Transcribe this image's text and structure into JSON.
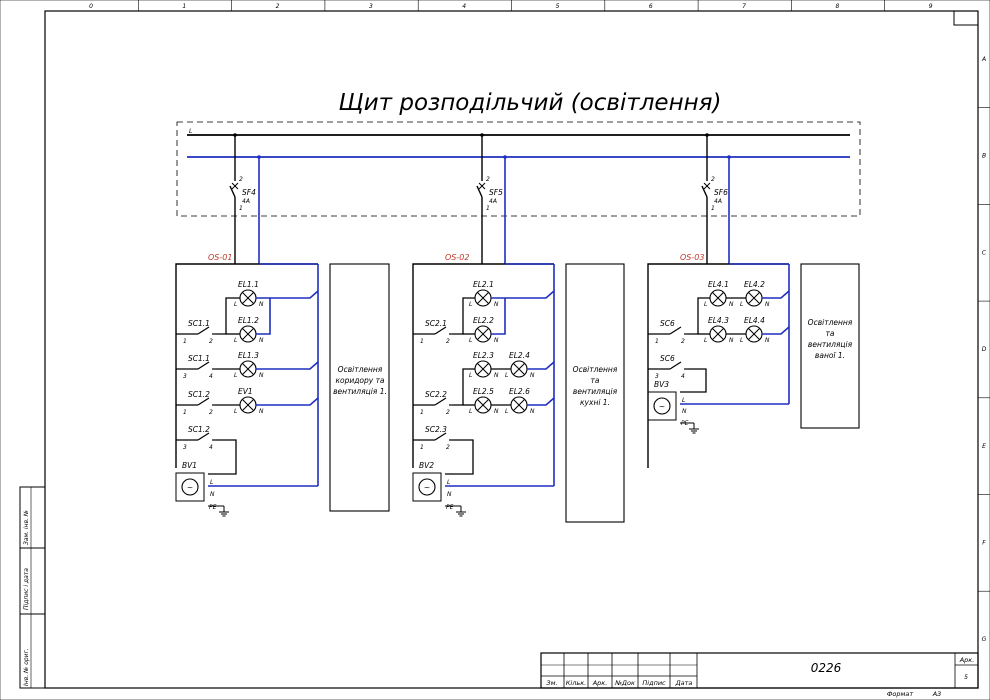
{
  "title": "Щит розподільчий (освітлення)",
  "top_scale": [
    "0",
    "1",
    "2",
    "3",
    "4",
    "5",
    "6",
    "7",
    "8",
    "9"
  ],
  "side_scale": [
    "A",
    "B",
    "C",
    "D",
    "E",
    "F",
    "G"
  ],
  "bus_label": "L",
  "breakers": [
    {
      "name": "SF4",
      "rating": "4A",
      "pin_top": "2",
      "pin_bottom": "1"
    },
    {
      "name": "SF5",
      "rating": "4A",
      "pin_top": "2",
      "pin_bottom": "1"
    },
    {
      "name": "SF6",
      "rating": "4A",
      "pin_top": "2",
      "pin_bottom": "1"
    }
  ],
  "groups": [
    {
      "tag": "OS-01",
      "box_text": "Освітлення коридору та вентиляція 1.",
      "fan": "BV1",
      "lamps": [
        "EL1.1",
        "EL1.2",
        "EL1.3",
        "EV1"
      ],
      "switches": [
        "SC1.1",
        "SC1.1",
        "SC1.2",
        "SC1.2"
      ],
      "switch_pins": [
        [
          "1",
          "2"
        ],
        [
          "3",
          "4"
        ],
        [
          "1",
          "2"
        ],
        [
          "3",
          "4"
        ]
      ]
    },
    {
      "tag": "OS-02",
      "box_text": "Освітлення та вентиляція кухні 1.",
      "fan": "BV2",
      "lamps": [
        "EL2.1",
        "EL2.2",
        "EL2.3",
        "EL2.4",
        "EL2.5",
        "EL2.6"
      ],
      "switches": [
        "SC2.1",
        "SC2.2",
        "SC2.3"
      ],
      "switch_pins": [
        [
          "1",
          "2"
        ],
        [
          "1",
          "2"
        ],
        [
          "1",
          "2"
        ]
      ]
    },
    {
      "tag": "OS-03",
      "box_text": "Освітлення та вентиляція ваної 1.",
      "fan": "BV3",
      "lamps": [
        "EL4.1",
        "EL4.2",
        "EL4.3",
        "EL4.4"
      ],
      "switches": [
        "SC6",
        "SC6"
      ],
      "switch_pins": [
        [
          "1",
          "2"
        ],
        [
          "3",
          "4"
        ]
      ]
    }
  ],
  "terminals": {
    "l": "L",
    "n": "N",
    "pe": "PE"
  },
  "side_stamp": [
    "Інв. № ориг.",
    "Підпис і дата",
    "Зам. інв. №"
  ],
  "title_block": {
    "code": "0226",
    "sheet_label": "Арк.",
    "sheet_no": "5",
    "columns": [
      "Зм.",
      "Кільк.",
      "Арк.",
      "№Док",
      "Підпис",
      "Дата"
    ],
    "format_label": "Формат",
    "format_value": "А3"
  },
  "colors": {
    "phase": "#000000",
    "neutral": "#1f2fbf",
    "tag": "#c0392b",
    "grid": "#000000"
  }
}
